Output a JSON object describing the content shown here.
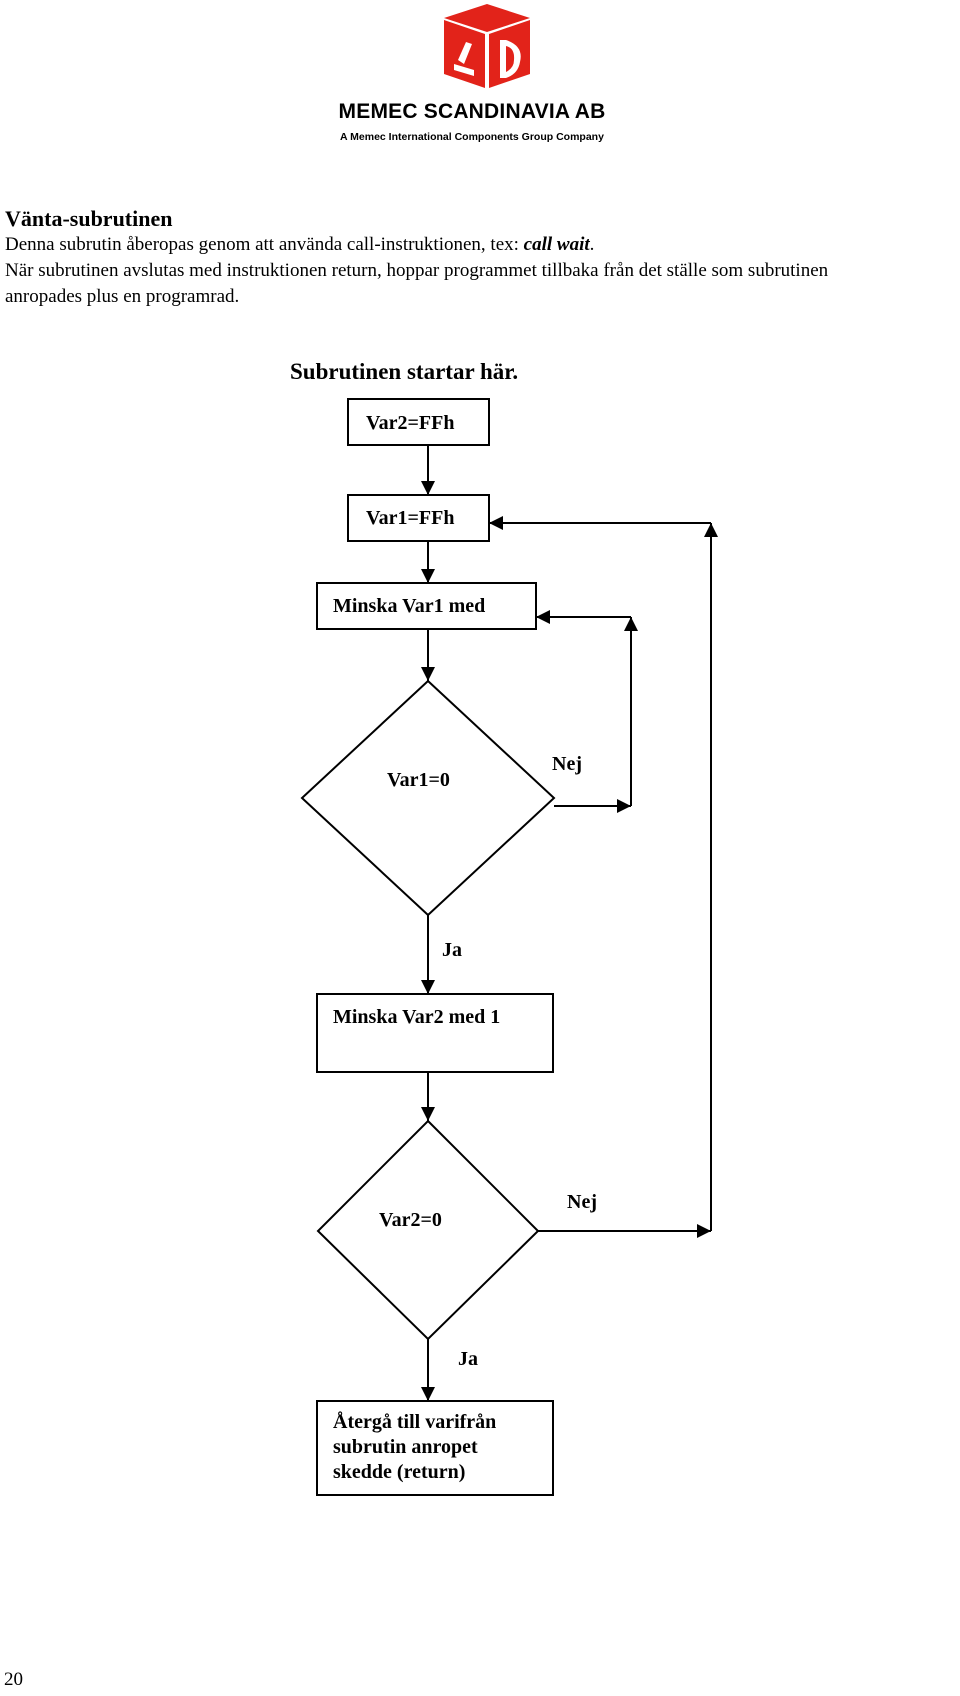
{
  "header": {
    "logo_icon": "red-cube-logo-icon",
    "logo_color": "#e2231a",
    "company_name": "MEMEC SCANDINAVIA AB",
    "company_tagline": "A Memec International Components Group Company"
  },
  "section": {
    "title": "Vänta-subrutinen",
    "line1_text": "Denna subrutin åberopas genom att använda call-instruktionen, tex: ",
    "line1_emphasis": "call wait",
    "line1_end": ".",
    "line2": "När subrutinen avslutas med instruktionen return, hoppar programmet tillbaka från det ställe som subrutinen",
    "line3": "anropades plus en programrad."
  },
  "flowchart": {
    "caption": "Subrutinen startar här.",
    "nodes": {
      "set_var2": "Var2=FFh",
      "set_var1": "Var1=FFh",
      "dec_var1": "Minska Var1 med",
      "check_var1": "Var1=0",
      "dec_var2": "Minska Var2 med 1",
      "check_var2": "Var2=0",
      "return_lines": [
        "Återgå till varifrån",
        "subrutin anropet",
        "skedde (return)"
      ]
    },
    "labels": {
      "no_1": "Nej",
      "yes_1": "Ja",
      "no_2": "Nej",
      "yes_2": "Ja"
    }
  },
  "footer": {
    "page_number": "20"
  }
}
